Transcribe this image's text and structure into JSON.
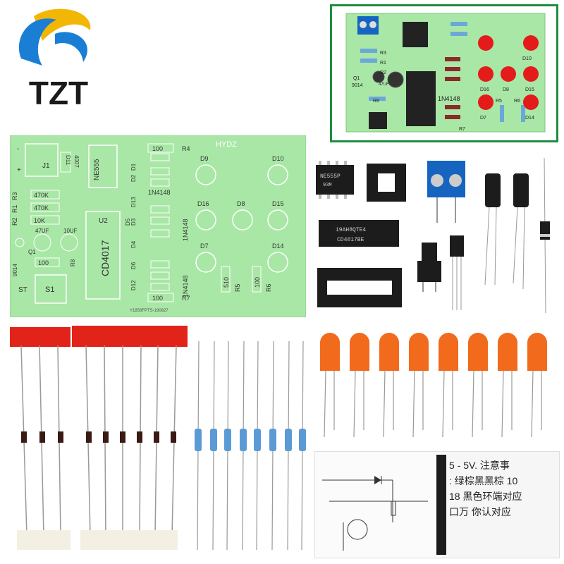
{
  "brand": {
    "name": "TZT",
    "colors": {
      "blue": "#1a7fd4",
      "gold": "#f2b705",
      "text": "#1a1a1a"
    }
  },
  "pcb": {
    "maker": "HYDZ",
    "serial": "Y1858FPTS-190827",
    "silk": {
      "j1": "J1",
      "d11": "D11",
      "d11_part": "4007",
      "ic1": "NE555",
      "ic2": "U2",
      "ic2_part": "CD4017",
      "r1": "R1",
      "r2": "R2",
      "r3": "R3",
      "r4": "R4",
      "r5": "R5",
      "r6": "R6",
      "r7": "R7",
      "r8": "R8",
      "v470a": "470K",
      "v470b": "470K",
      "v10k": "10K",
      "v100a": "100",
      "v100b": "100",
      "v100c": "100",
      "v100d": "100",
      "v510": "510",
      "c47": "47UF",
      "c10": "10UF",
      "q1": "Q1",
      "q1_part": "9014",
      "s1": "S1",
      "st": "ST",
      "in4148a": "1N4148",
      "in4148b": "1N4148",
      "in4148c": "1N4148",
      "d1": "D1",
      "d2": "D2",
      "d3": "D3",
      "d4": "D4",
      "d5": "D5",
      "d6": "D6",
      "d12": "D12",
      "d13": "D13",
      "d7": "D7",
      "d8": "D8",
      "d9": "D9",
      "d10": "D10",
      "d14": "D14",
      "d15": "D15",
      "d16": "D16",
      "plus": "+",
      "minus": "-"
    }
  },
  "components": {
    "ne555_marking": "NE555P",
    "ne555_sub": "93M",
    "cd4017_marking": "19AH8QTE4",
    "cd4017_part": "CD4017BE"
  },
  "manual": {
    "line1": "5 - 5V. 注意事",
    "line2": ": 绿棕黑黑棕 10",
    "line3": "18 黑色环端对应",
    "line4": "口万 你认对应"
  },
  "colors": {
    "pcb_green": "#a9e7a6",
    "led_orange": "#f26a1b",
    "led_red": "#e31b1b",
    "inset_border": "#1e8e3e",
    "tape_red": "#e2231a"
  }
}
